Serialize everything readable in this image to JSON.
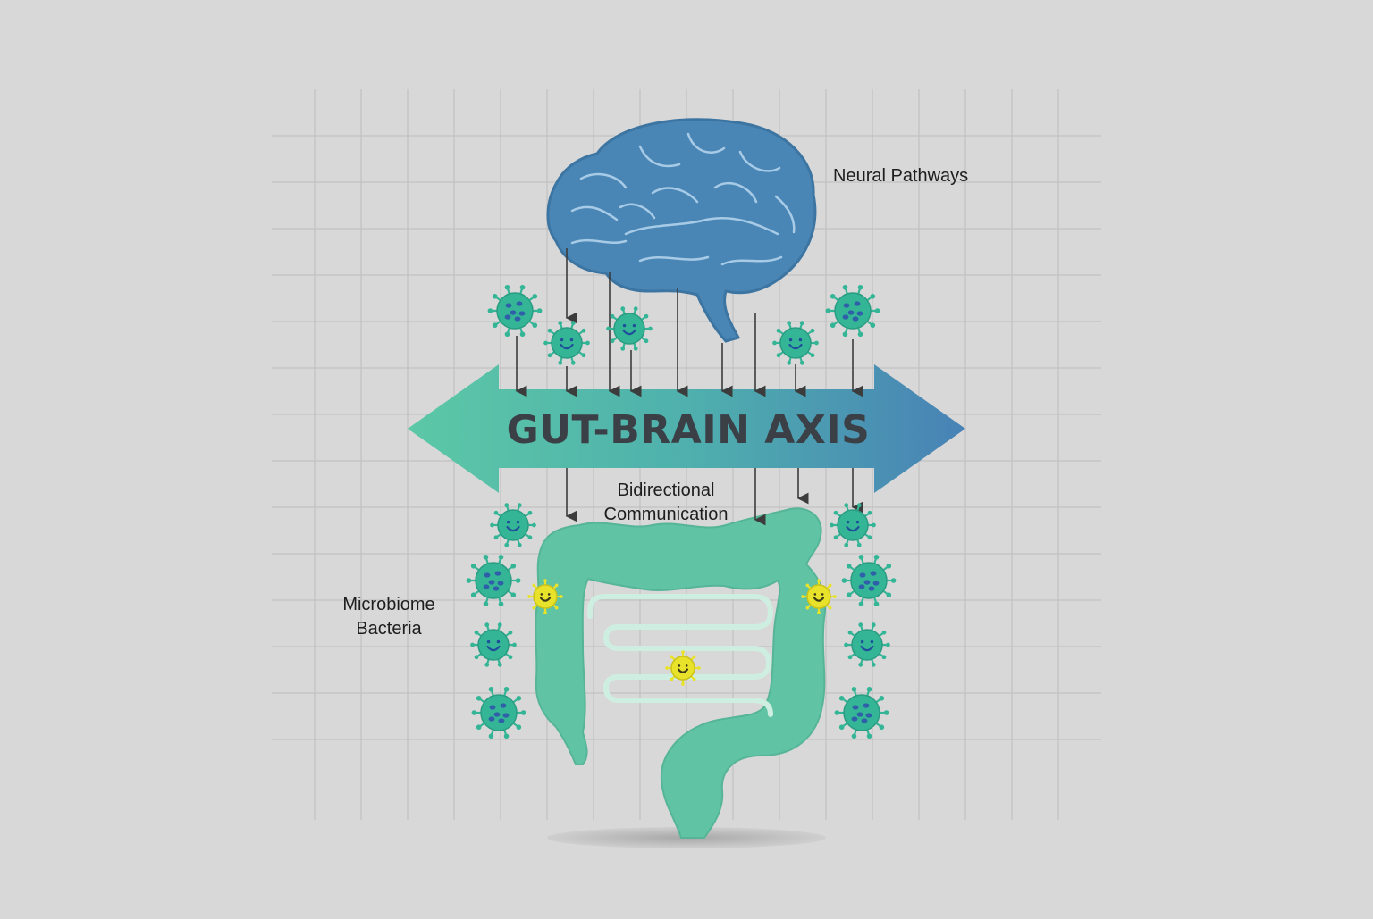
{
  "diagram": {
    "title": "GUT-BRAIN AXIS",
    "labels": {
      "neural_pathways": "Neural Pathways",
      "bidirectional_line1": "Bidirectional",
      "bidirectional_line2": "Communication",
      "microbiome_line1": "Microbiome",
      "microbiome_line2": "Bacteria"
    },
    "icons": [
      "brain-icon",
      "intestine-icon",
      "bacteria-icon",
      "happy-microbe-icon",
      "double-arrow-icon"
    ],
    "colors": {
      "background": "#d8d8d8",
      "grid": "#bdbdbd",
      "brain": "#4a86b5",
      "intestine": "#5fc3a4",
      "arrow_left": "#5cc8a6",
      "arrow_right": "#4882b6",
      "bacteria": "#33b596",
      "smiley": "#e9e22a",
      "signal_line": "#3c3c3c"
    }
  }
}
